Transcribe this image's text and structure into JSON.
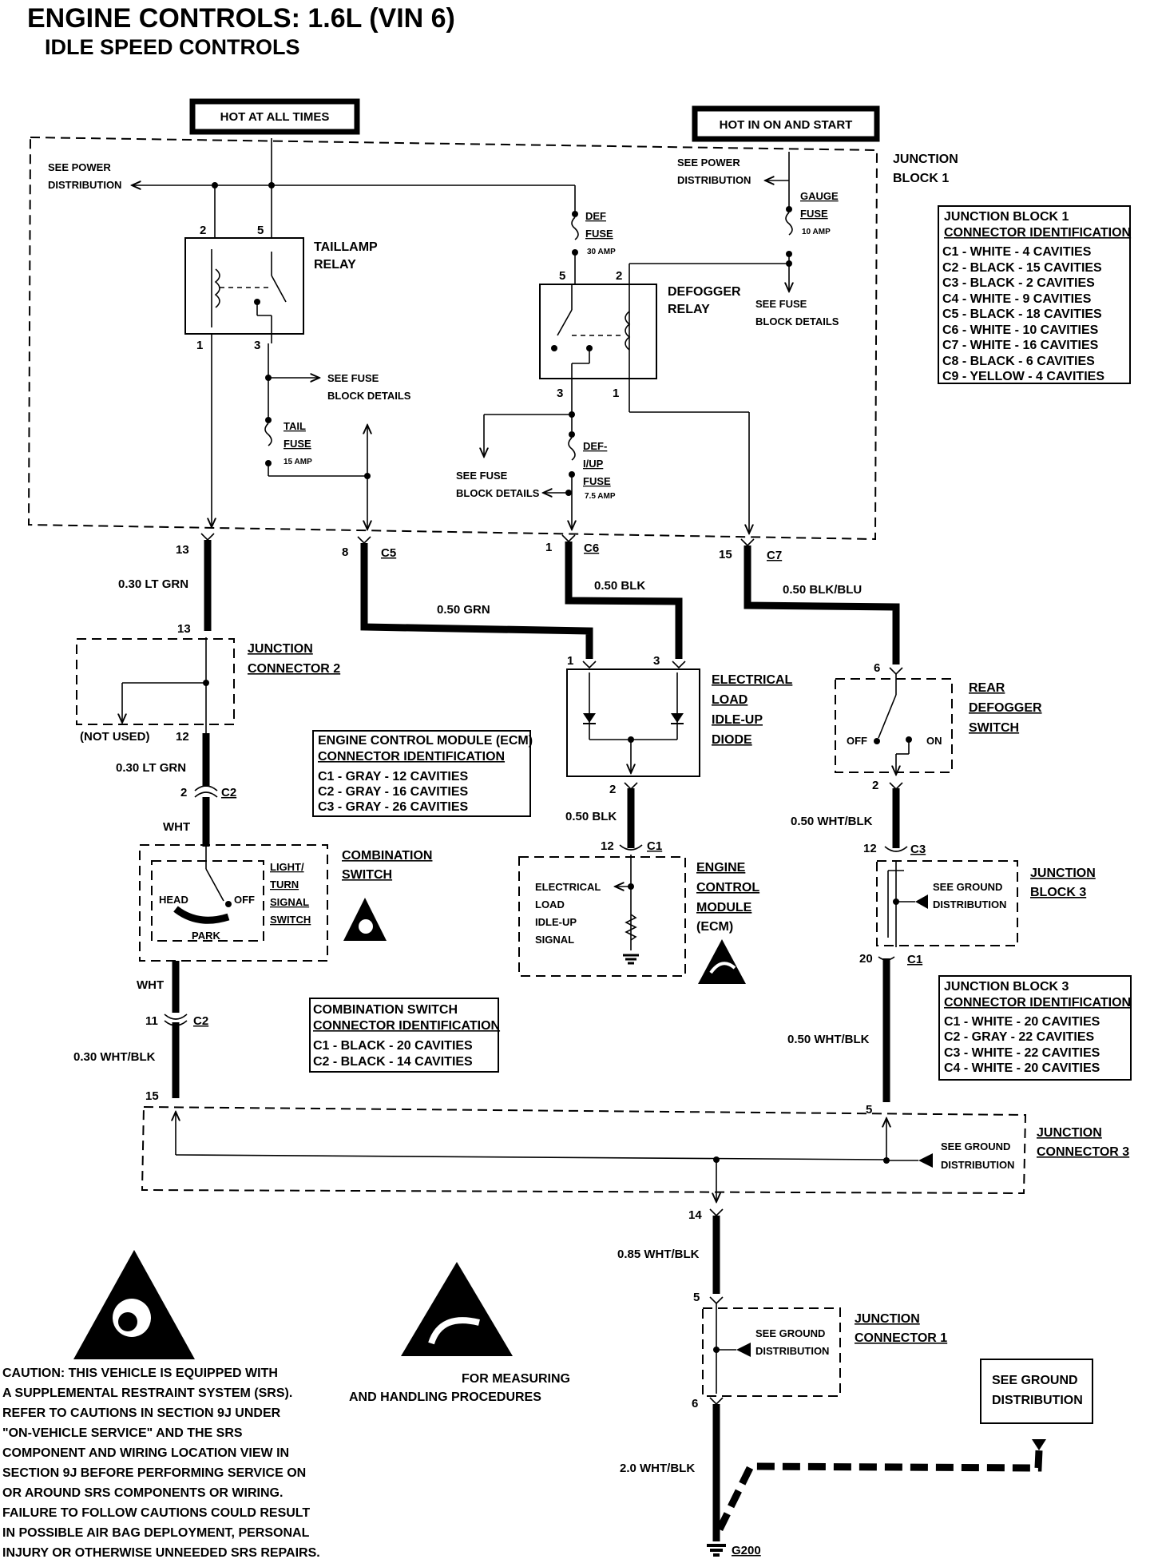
{
  "header": {
    "title": "ENGINE CONTROLS: 1.6L (VIN 6)",
    "subtitle": "IDLE SPEED CONTROLS"
  },
  "power": {
    "hot_all_times": "HOT AT ALL TIMES",
    "hot_on_start": "HOT IN ON AND START"
  },
  "jb1": {
    "title1": "JUNCTION",
    "title2": "BLOCK 1",
    "see_power_1a": "SEE POWER",
    "see_power_1b": "DISTRIBUTION",
    "see_power_2a": "SEE POWER",
    "see_power_2b": "DISTRIBUTION",
    "taillamp1": "TAILLAMP",
    "taillamp2": "RELAY",
    "defogger1": "DEFOGGER",
    "defogger2": "RELAY",
    "def_fuse1": "DEF",
    "def_fuse2": "FUSE",
    "def_fuse3": "30 AMP",
    "gauge_fuse1": "GAUGE",
    "gauge_fuse2": "FUSE",
    "gauge_fuse3": "10 AMP",
    "tail_fuse1": "TAIL",
    "tail_fuse2": "FUSE",
    "tail_fuse3": "15 AMP",
    "defiup1": "DEF-",
    "defiup2": "I/UP",
    "defiup3": "FUSE",
    "defiup4": "7.5 AMP",
    "see_fuse_a1": "SEE FUSE",
    "see_fuse_a2": "BLOCK DETAILS",
    "see_fuse_b1": "SEE FUSE",
    "see_fuse_b2": "BLOCK DETAILS",
    "see_fuse_c1": "SEE FUSE",
    "see_fuse_c2": "BLOCK DETAILS",
    "pins": {
      "p2a": "2",
      "p5a": "5",
      "p1a": "1",
      "p3a": "3",
      "p5b": "5",
      "p2b": "2",
      "p3b": "3",
      "p1b": "1"
    }
  },
  "jb1_table": {
    "heading1": "JUNCTION BLOCK 1",
    "heading2": "CONNECTOR IDENTIFICATION",
    "rows": [
      "C1 - WHITE - 4 CAVITIES",
      "C2 - BLACK - 15 CAVITIES",
      "C3 - BLACK - 2 CAVITIES",
      "C4 - WHITE - 9 CAVITIES",
      "C5 - BLACK - 18 CAVITIES",
      "C6 - WHITE - 10 CAVITIES",
      "C7 - WHITE - 16 CAVITIES",
      "C8 - BLACK - 6 CAVITIES",
      "C9 - YELLOW - 4 CAVITIES"
    ]
  },
  "connectors": {
    "c13": "13",
    "c8": "8",
    "c5": "C5",
    "c1": "1",
    "c6": "C6",
    "c15": "15",
    "c7": "C7"
  },
  "wires": {
    "w1": "0.30 LT GRN",
    "w2": "0.50 GRN",
    "w3": "0.50 BLK",
    "w4": "0.50 BLK/BLU",
    "w5": "0.30 LT GRN",
    "w6": "WHT",
    "w7": "0.50 BLK",
    "w8": "0.50 WHT/BLK",
    "w9": "WHT",
    "w10": "0.30 WHT/BLK",
    "w11": "0.50 WHT/BLK",
    "w12": "0.85 WHT/BLK",
    "w13": "2.0 WHT/BLK"
  },
  "jc2": {
    "title1": "JUNCTION",
    "title2": "CONNECTOR 2",
    "pin_top": "13",
    "pin_bot": "12",
    "not_used": "(NOT USED)"
  },
  "ecm_table": {
    "heading1": "ENGINE CONTROL MODULE (ECM)",
    "heading2": "CONNECTOR IDENTIFICATION",
    "rows": [
      "C1 - GRAY - 12 CAVITIES",
      "C2 - GRAY - 16 CAVITIES",
      "C3 - GRAY - 26 CAVITIES"
    ]
  },
  "diode": {
    "t1": "ELECTRICAL",
    "t2": "LOAD",
    "t3": "IDLE-UP",
    "t4": "DIODE",
    "pin1": "1",
    "pin3": "3",
    "pin2": "2"
  },
  "rear_switch": {
    "t1": "REAR",
    "t2": "DEFOGGER",
    "t3": "SWITCH",
    "off": "OFF",
    "on": "ON",
    "pin6": "6",
    "pin2": "2"
  },
  "combo": {
    "pin_top": "2",
    "c_top": "C2",
    "t1": "COMBINATION",
    "t2": "SWITCH",
    "s1": "LIGHT/",
    "s2": "TURN",
    "s3": "SIGNAL",
    "s4": "SWITCH",
    "head": "HEAD",
    "off": "OFF",
    "park": "PARK",
    "pin_bot": "11",
    "c_bot": "C2"
  },
  "ecm": {
    "pin": "12",
    "c": "C1",
    "t1": "ENGINE",
    "t2": "CONTROL",
    "t3": "MODULE",
    "t4": "(ECM)",
    "s1": "ELECTRICAL",
    "s2": "LOAD",
    "s3": "IDLE-UP",
    "s4": "SIGNAL"
  },
  "jb3": {
    "pin_top": "12",
    "c_top": "C3",
    "t1": "JUNCTION",
    "t2": "BLOCK 3",
    "g1": "SEE GROUND",
    "g2": "DISTRIBUTION",
    "pin_bot": "20",
    "c_bot": "C1"
  },
  "jb3_table": {
    "heading1": "JUNCTION BLOCK 3",
    "heading2": "CONNECTOR IDENTIFICATION",
    "rows": [
      "C1 - WHITE - 20 CAVITIES",
      "C2 - GRAY - 22 CAVITIES",
      "C3 - WHITE - 22 CAVITIES",
      "C4 - WHITE - 20 CAVITIES"
    ]
  },
  "combo_table": {
    "heading1": "COMBINATION SWITCH",
    "heading2": "CONNECTOR IDENTIFICATION",
    "rows": [
      "C1 - BLACK - 20 CAVITIES",
      "C2 - BLACK - 14 CAVITIES"
    ]
  },
  "jc3": {
    "pin_l": "15",
    "pin_r": "5",
    "t1": "JUNCTION",
    "t2": "CONNECTOR 3",
    "g1": "SEE GROUND",
    "g2": "DISTRIBUTION",
    "pin_bot": "14"
  },
  "jc1": {
    "pin_top": "5",
    "t1": "JUNCTION",
    "t2": "CONNECTOR 1",
    "g1": "SEE GROUND",
    "g2": "DISTRIBUTION",
    "pin_bot": "6"
  },
  "ground": {
    "box1": "SEE GROUND",
    "box2": "DISTRIBUTION",
    "g200": "G200"
  },
  "caution": {
    "lines": [
      "CAUTION:  THIS VEHICLE IS EQUIPPED WITH",
      "A SUPPLEMENTAL RESTRAINT SYSTEM (SRS).",
      "REFER TO CAUTIONS IN SECTION 9J UNDER",
      "\"ON-VEHICLE SERVICE\" AND THE SRS",
      "COMPONENT AND WIRING LOCATION VIEW IN",
      "SECTION 9J BEFORE PERFORMING SERVICE ON",
      "OR AROUND SRS COMPONENTS OR WIRING.",
      "FAILURE TO FOLLOW CAUTIONS COULD RESULT",
      "IN POSSIBLE AIR BAG DEPLOYMENT, PERSONAL",
      "INJURY OR OTHERWISE UNNEEDED SRS REPAIRS."
    ]
  },
  "esd": {
    "line1": "FOR MEASURING",
    "line2": "AND HANDLING PROCEDURES"
  },
  "icons": [
    "srs-warning-icon",
    "esd-warning-icon",
    "ground-symbol-icon"
  ]
}
